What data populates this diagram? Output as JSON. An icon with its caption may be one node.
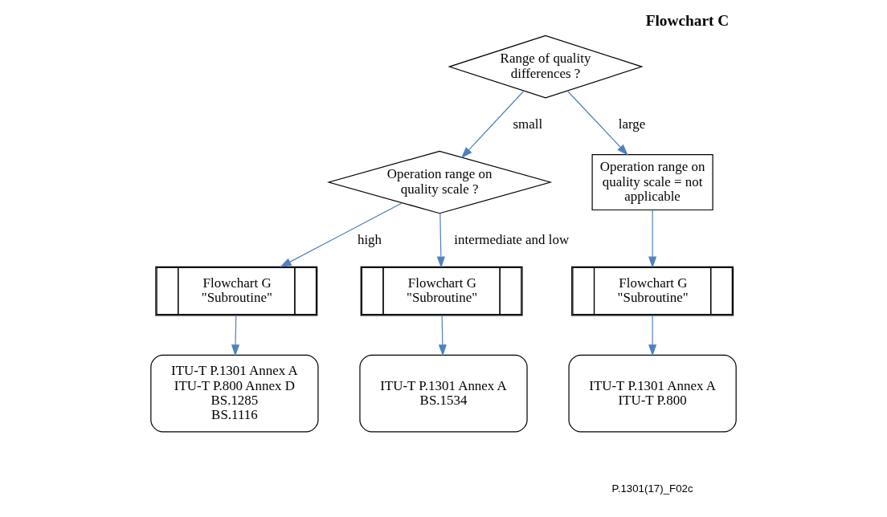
{
  "diagram": {
    "title": "Flowchart C",
    "nodes": [
      {
        "text": [
          "Range of quality differences ?"
        ]
      },
      {
        "text": [
          "Operation range on quality scale ?"
        ]
      },
      {
        "text": [
          "Operation range on quality scale = not applicable"
        ]
      },
      {
        "text": [
          "Flowchart G \"Subroutine\""
        ]
      },
      {
        "text": [
          "Flowchart G \"Subroutine\""
        ]
      },
      {
        "text": [
          "Flowchart G \"Subroutine\""
        ]
      },
      {
        "text": [
          "ITU-T P.1301 Annex A",
          "ITU-T P.800 Annex D",
          "BS.1285",
          "BS.1116"
        ]
      },
      {
        "text": [
          "ITU-T P.1301 Annex A",
          "BS.1534"
        ]
      },
      {
        "text": [
          "ITU-T P.1301 Annex A",
          "ITU-T P.800"
        ]
      }
    ],
    "edges": [
      {
        "from": 0,
        "to": 1,
        "arrow": "to",
        "label": "small"
      },
      {
        "from": 0,
        "to": 2,
        "arrow": "to",
        "label": "large"
      },
      {
        "from": 1,
        "to": 3,
        "arrow": "to",
        "label": "high"
      },
      {
        "from": 1,
        "to": 4,
        "arrow": "to",
        "label": "intermediate and low"
      },
      {
        "from": 2,
        "to": 5,
        "arrow": "to"
      },
      {
        "from": 3,
        "to": 6,
        "arrow": "to"
      },
      {
        "from": 4,
        "to": 7,
        "arrow": "to"
      },
      {
        "from": 5,
        "to": 8,
        "arrow": "to"
      }
    ],
    "labels": [
      "P.1301(17)_F02c"
    ]
  }
}
